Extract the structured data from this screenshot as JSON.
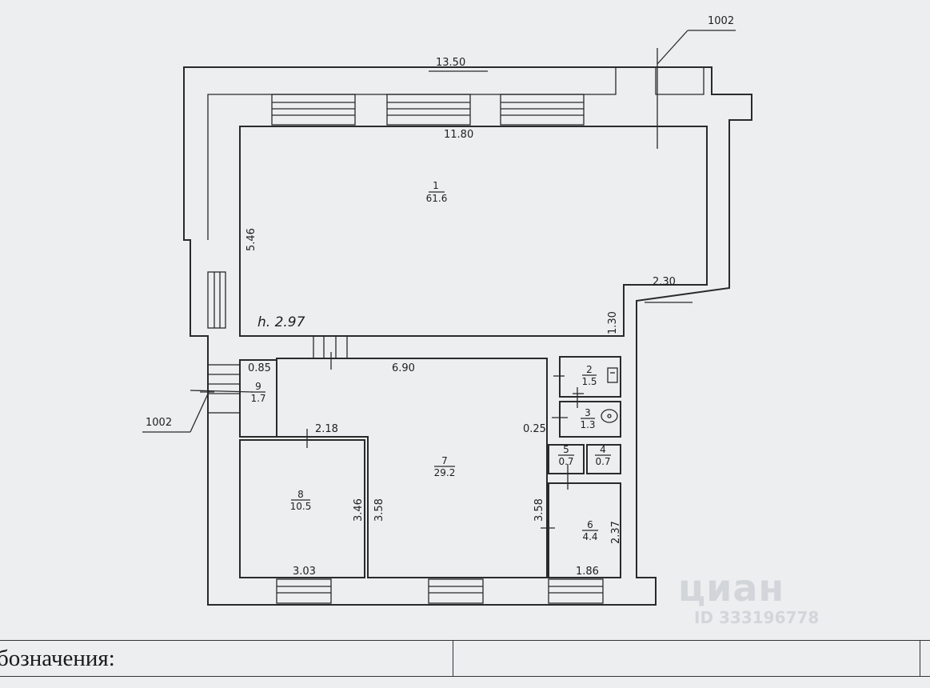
{
  "plan": {
    "section_marks": [
      "1002",
      "1002"
    ],
    "dimensions": {
      "overall_width": "13.50",
      "room1_width": "11.80",
      "room1_depth": "5.46",
      "notch_width": "2.30",
      "notch_depth": "1.30",
      "ceiling_height": "h. 2.97",
      "room7_width": "6.90",
      "room9_width": "0.85",
      "room8_top": "2.18",
      "wall_offset": "0.25",
      "room8_height": "3.46",
      "room7_height_left": "3.58",
      "room7_height_right": "3.58",
      "room8_width": "3.03",
      "room6_width": "1.86",
      "room6_height": "2.37"
    },
    "rooms": [
      {
        "num": "1",
        "area": "61.6"
      },
      {
        "num": "2",
        "area": "1.5"
      },
      {
        "num": "3",
        "area": "1.3"
      },
      {
        "num": "4",
        "area": "0.7"
      },
      {
        "num": "5",
        "area": "0.7"
      },
      {
        "num": "6",
        "area": "4.4"
      },
      {
        "num": "7",
        "area": "29.2"
      },
      {
        "num": "8",
        "area": "10.5"
      },
      {
        "num": "9",
        "area": "1.7"
      }
    ]
  },
  "legend": {
    "title": "бозначения:"
  },
  "watermark": {
    "brand": "циан",
    "id": "ID 333196778"
  }
}
